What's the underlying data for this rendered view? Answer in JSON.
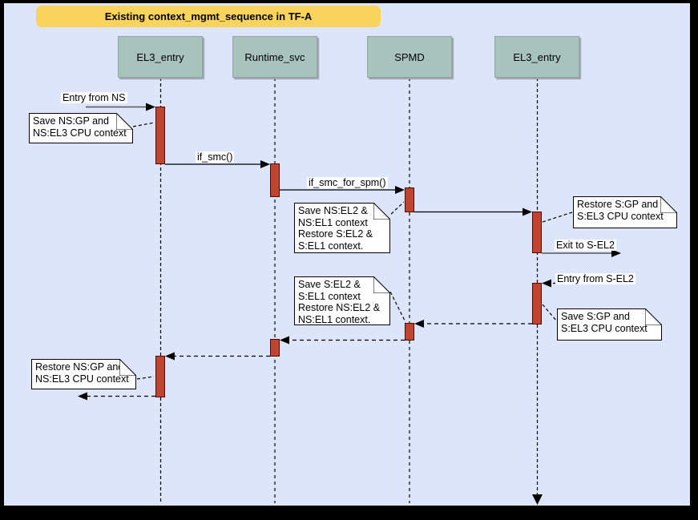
{
  "title": "Existing context_mgmt_sequence in TF-A",
  "lifelines": [
    {
      "name": "EL3_entry"
    },
    {
      "name": "Runtime_svc"
    },
    {
      "name": "SPMD"
    },
    {
      "name": "EL3_entry"
    }
  ],
  "messages": {
    "entry_from_ns": "Entry from NS",
    "if_smc": "if_smc()",
    "if_smc_for_spm": "if_smc_for_spm()",
    "exit_to_sel2": "Exit to S-EL2",
    "entry_from_sel2": "Entry from S-EL2"
  },
  "notes": [
    {
      "lines": [
        "Save NS:GP and",
        "NS:EL3 CPU context"
      ]
    },
    {
      "lines": [
        "Save NS:EL2 &",
        "NS:EL1 context",
        "Restore S:EL2 &",
        "S:EL1 context."
      ]
    },
    {
      "lines": [
        "Restore S:GP and",
        "S:EL3 CPU context"
      ]
    },
    {
      "lines": [
        "Save S:EL2 &",
        "S:EL1 context",
        "Restore NS:EL2 &",
        "NS:EL1 context."
      ]
    },
    {
      "lines": [
        "Save S:GP and",
        "S:EL3 CPU context"
      ]
    },
    {
      "lines": [
        "Restore NS:GP and",
        "NS:EL3 CPU context"
      ]
    }
  ],
  "colors": {
    "background": "#dde5fa",
    "frame": "#000000",
    "title_fill": "#f9d45c",
    "lifeline_head_fill": "#a8c3bc",
    "activation_fill": "#bf4532",
    "activation_border": "#4d0b00",
    "note_fill": "#ffffff",
    "text": "#000000"
  }
}
